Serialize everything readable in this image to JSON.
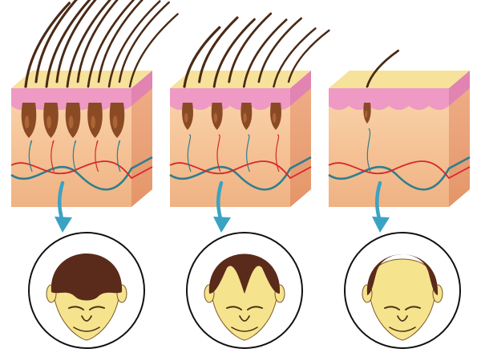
{
  "stages": [
    {
      "id": "stage-1",
      "hair_density": "dense",
      "head_pattern": "full-hair"
    },
    {
      "id": "stage-2",
      "hair_density": "thinning",
      "head_pattern": "receding-hairline"
    },
    {
      "id": "stage-3",
      "hair_density": "sparse",
      "head_pattern": "bald-crown"
    }
  ],
  "colors": {
    "skin_top": "#f6e29a",
    "epidermis": "#ee9ac4",
    "dermis": "#f5c196",
    "dermis_shade": "#e8a878",
    "side_face": "#e9a07c",
    "hair": "#4a2a16",
    "follicle": "#8a4a24",
    "vein": "#2d7f8f",
    "artery": "#d8262a",
    "arrow": "#3aa3c4",
    "head_skin": "#f6e38e",
    "head_hair": "#5a2a1a",
    "outline": "#111111"
  }
}
